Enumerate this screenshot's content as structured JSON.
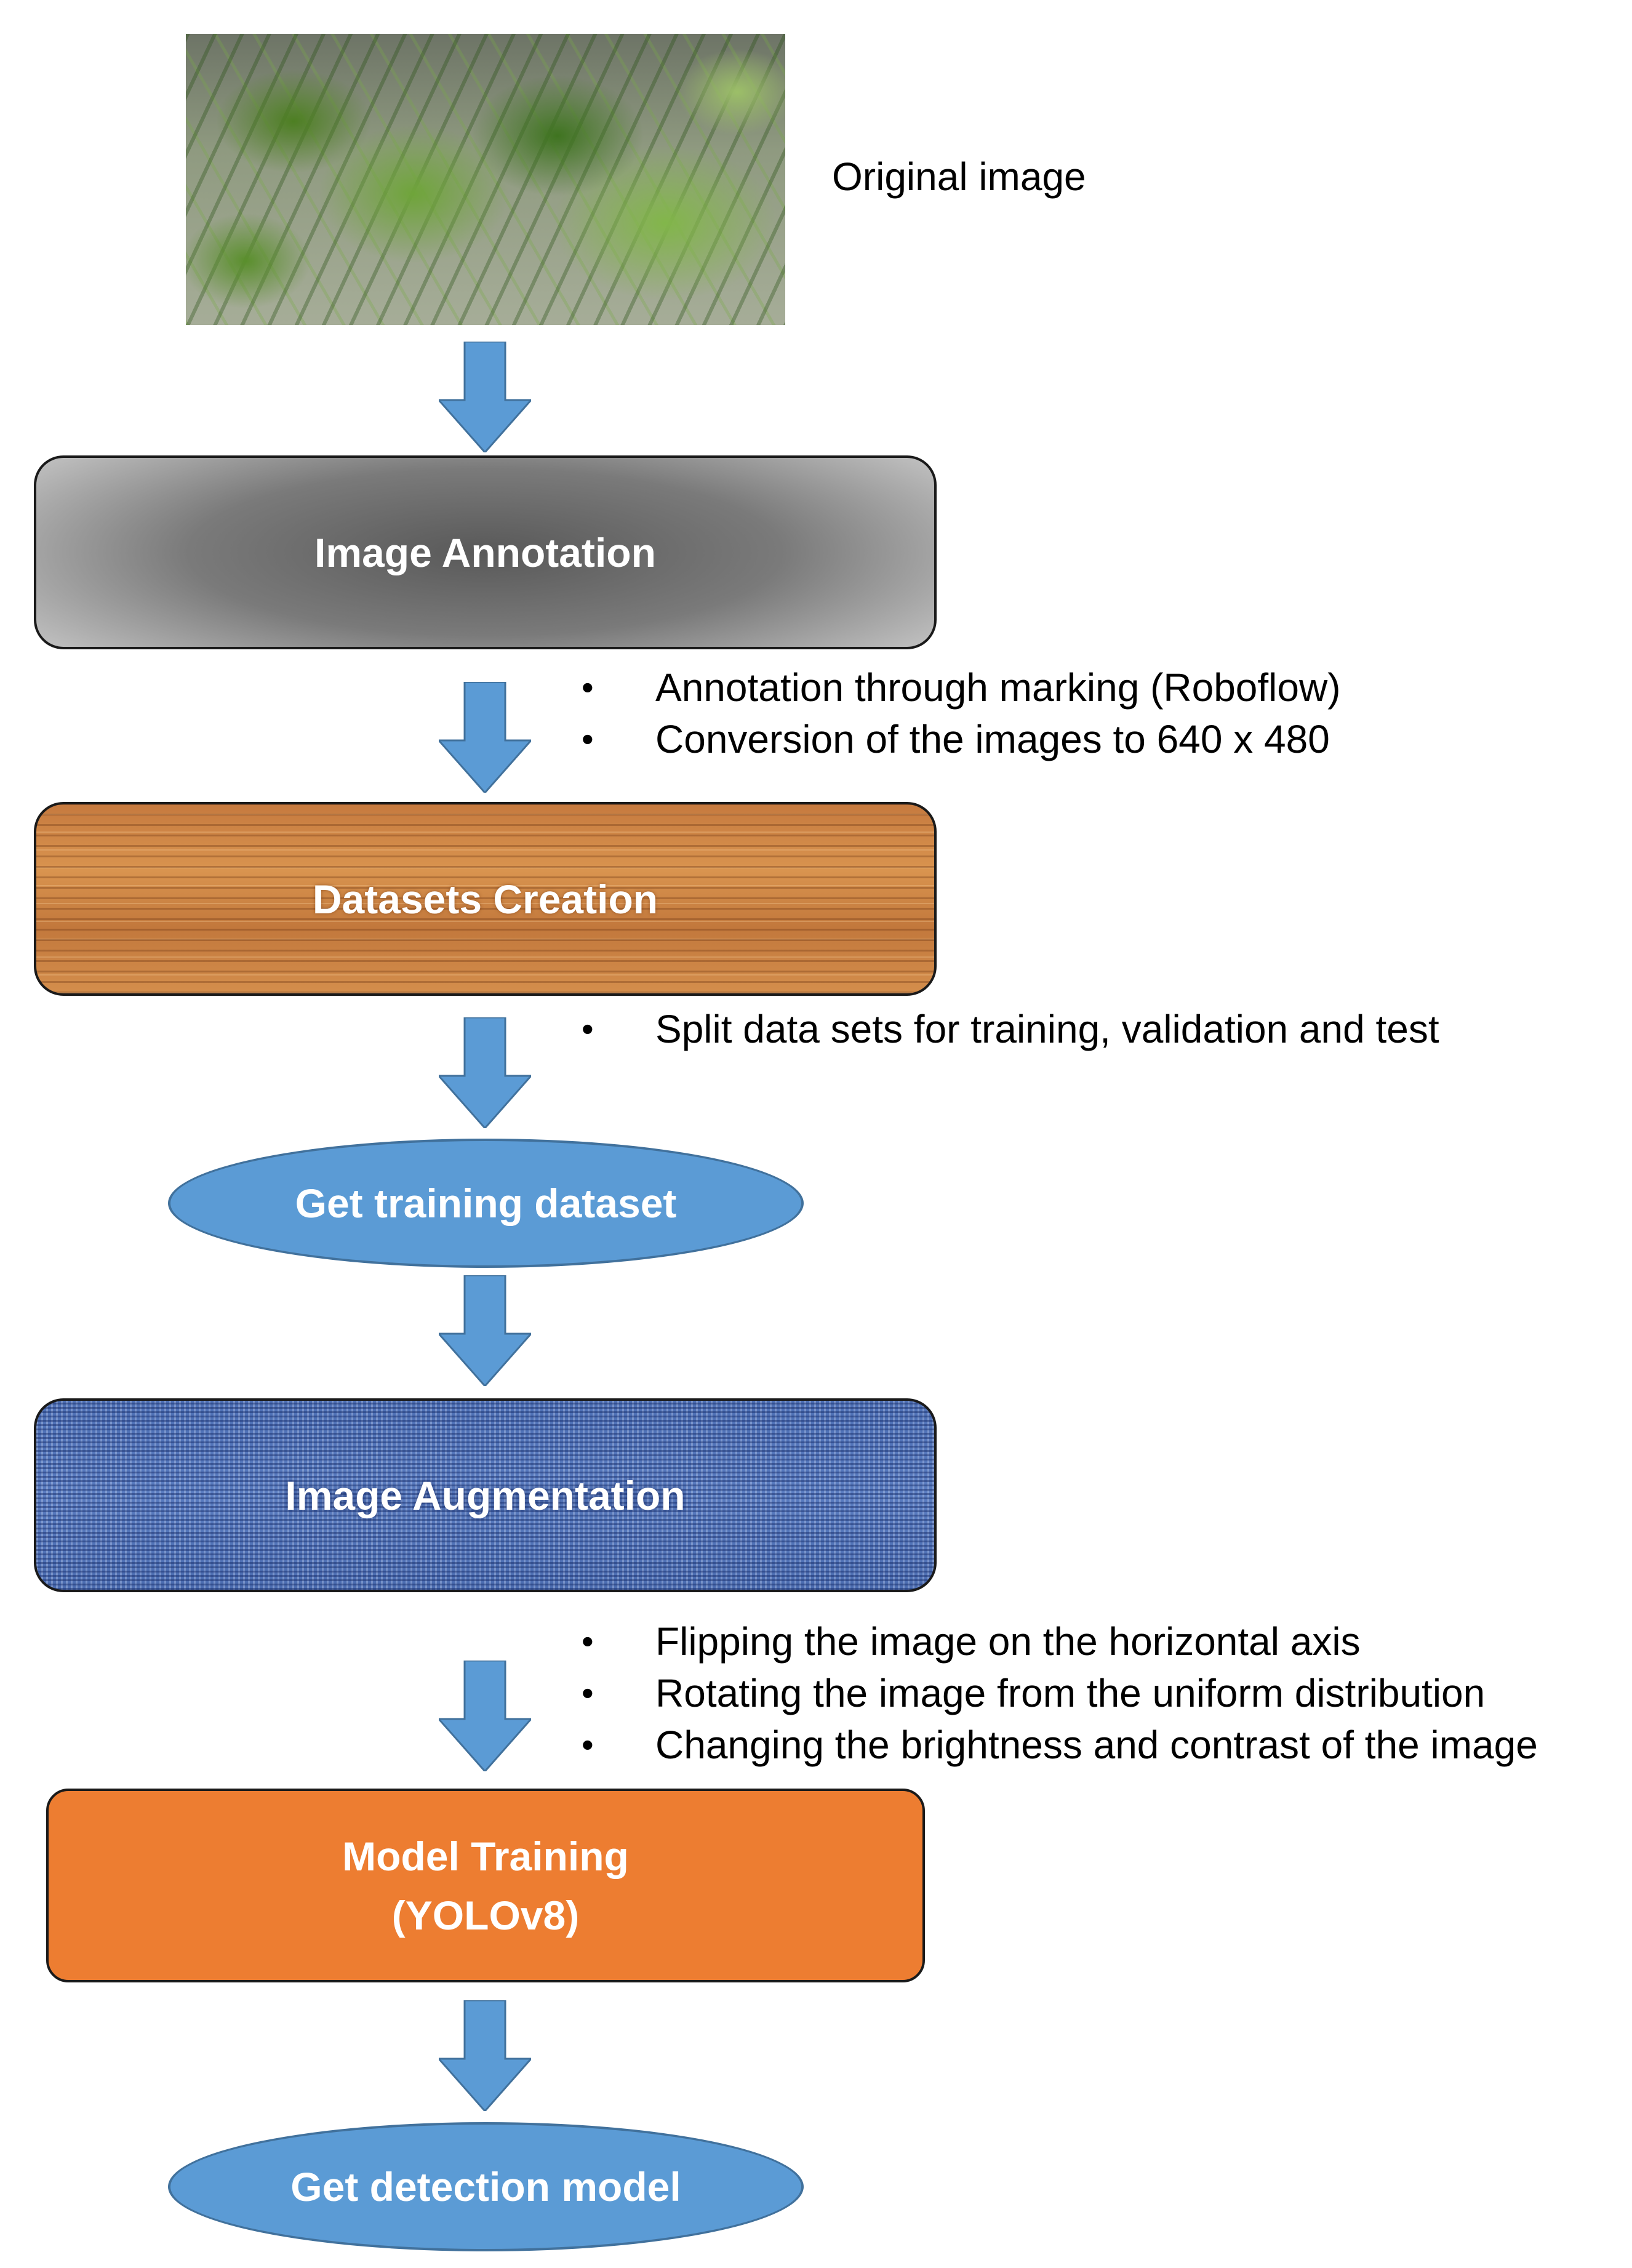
{
  "original_image": {
    "caption": "Original image"
  },
  "steps": {
    "image_annotation": "Image Annotation",
    "datasets_creation": "Datasets Creation",
    "get_training_dataset": "Get training dataset",
    "image_augmentation": "Image Augmentation",
    "model_training_line1": "Model Training",
    "model_training_line2": "(YOLOv8)",
    "get_detection_model": "Get detection model"
  },
  "notes": {
    "annotation": [
      "Annotation through marking (Roboflow)",
      "Conversion of the images to 640 x 480"
    ],
    "datasets": [
      "Split data sets for training, validation and test"
    ],
    "augmentation": [
      "Flipping the image on the horizontal axis",
      "Rotating the image from the uniform distribution",
      "Changing the brightness and contrast of the image"
    ]
  },
  "colors": {
    "arrow": "#5b9bd5",
    "ellipse": "#5b9bd5",
    "model_training": "#ed7d31",
    "annotation_gray": "#7a7a7a",
    "datasets_wood": "#c67a3f",
    "augmentation_blue": "#4d6fb4"
  }
}
